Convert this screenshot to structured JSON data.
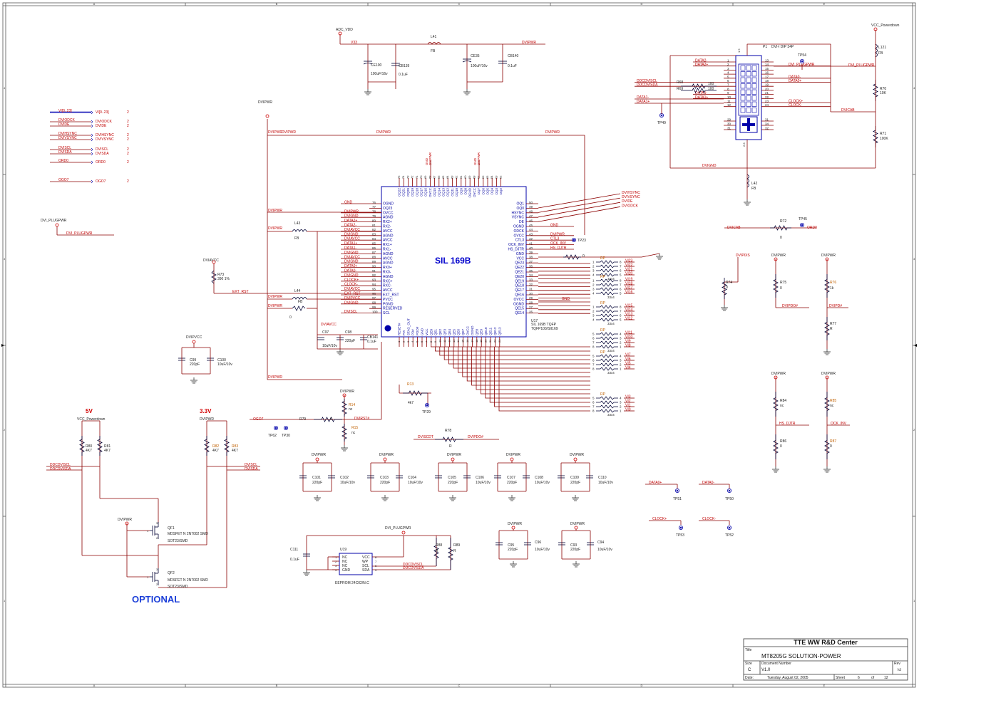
{
  "border": {
    "cols": [
      "A",
      "B",
      "C",
      "D",
      "E"
    ],
    "rows": [
      "4",
      "3",
      "2",
      "1"
    ]
  },
  "chip": {
    "name": "SIL 169B",
    "ref": "U17",
    "part": "SIL 169B TQFP",
    "package": "TQFP100/SII169",
    "left_pins": [
      {
        "n": "76",
        "name": "OGND"
      },
      {
        "n": "77",
        "name": "OQ23"
      },
      {
        "n": "78",
        "name": "OVCC"
      },
      {
        "n": "79",
        "name": "AGND"
      },
      {
        "n": "80",
        "name": "RX2+"
      },
      {
        "n": "81",
        "name": "RX2-"
      },
      {
        "n": "82",
        "name": "AVCC"
      },
      {
        "n": "83",
        "name": "AGND"
      },
      {
        "n": "84",
        "name": "AVCC"
      },
      {
        "n": "85",
        "name": "RX1+"
      },
      {
        "n": "86",
        "name": "RX1-"
      },
      {
        "n": "87",
        "name": "AGND"
      },
      {
        "n": "88",
        "name": "AVCC"
      },
      {
        "n": "89",
        "name": "AGND"
      },
      {
        "n": "90",
        "name": "RX0+"
      },
      {
        "n": "91",
        "name": "RX0-"
      },
      {
        "n": "92",
        "name": "AGND"
      },
      {
        "n": "93",
        "name": "RXC+"
      },
      {
        "n": "94",
        "name": "RXC-"
      },
      {
        "n": "95",
        "name": "AVCC"
      },
      {
        "n": "96",
        "name": "EXT_RST"
      },
      {
        "n": "97",
        "name": "PVCC"
      },
      {
        "n": "98",
        "name": "PGND"
      },
      {
        "n": "99",
        "name": "RESERVED"
      },
      {
        "n": "100",
        "name": "SCL"
      }
    ],
    "right_pins": [
      {
        "n": "50",
        "name": "OQ1"
      },
      {
        "n": "49",
        "name": "OQ0"
      },
      {
        "n": "48",
        "name": "HSYNC"
      },
      {
        "n": "47",
        "name": "VSYNC"
      },
      {
        "n": "46",
        "name": "DE"
      },
      {
        "n": "45",
        "name": "OGND"
      },
      {
        "n": "44",
        "name": "ODCK"
      },
      {
        "n": "43",
        "name": "OVCC"
      },
      {
        "n": "42",
        "name": "CTL3"
      },
      {
        "n": "41",
        "name": "OCK_INV"
      },
      {
        "n": "40",
        "name": "HS_DJTR"
      },
      {
        "n": "39",
        "name": "GND"
      },
      {
        "n": "38",
        "name": "VCC"
      },
      {
        "n": "37",
        "name": "QE23"
      },
      {
        "n": "36",
        "name": "QE22"
      },
      {
        "n": "35",
        "name": "QE21"
      },
      {
        "n": "34",
        "name": "QE20"
      },
      {
        "n": "33",
        "name": "QE19"
      },
      {
        "n": "32",
        "name": "QE18"
      },
      {
        "n": "31",
        "name": "QE17"
      },
      {
        "n": "30",
        "name": "QE16"
      },
      {
        "n": "29",
        "name": "OVCC"
      },
      {
        "n": "28",
        "name": "OGND"
      },
      {
        "n": "27",
        "name": "QE15"
      },
      {
        "n": "26",
        "name": "QE14"
      }
    ],
    "top_pins": [
      "OQ22",
      "OQ21",
      "OQ20",
      "OQ19",
      "OQ18",
      "OQ17",
      "OQ16",
      "OVCC",
      "OQ15",
      "OQ14",
      "OQ13",
      "OQ12",
      "OQ11",
      "OQ10",
      "OQ9",
      "OQ8",
      "OGND",
      "OVCC",
      "OQ7",
      "OQ6",
      "OQ5",
      "OQ4",
      "OQ3",
      "OQ2"
    ],
    "bottom_pins": [
      "RESET#",
      "PIX",
      "STAG_OUT",
      "PD#",
      "PDO#",
      "GND",
      "VCC",
      "QE0",
      "QE1",
      "QE2",
      "QE3",
      "QE4",
      "QE5",
      "QE6",
      "QE7",
      "OVCC",
      "OGND",
      "QE8",
      "QE9",
      "QE10",
      "QE11",
      "QE12",
      "QE13"
    ]
  },
  "left_nets": {
    "chip_left": [
      "GND",
      "",
      "DVIPWR",
      "DVIGND",
      "DATA2+",
      "DATA2-",
      "DVIAVCC",
      "DVIGND",
      "DVIAVCC",
      "DATA1+",
      "DATA1-",
      "DVIGND",
      "DVIAVCC",
      "DVIGND",
      "DATA0+",
      "DATA0-",
      "DVIGND",
      "CLOCK+",
      "CLOCK-",
      "DVIAVCC",
      "EXT_RST",
      "DVIPVCC",
      "DVIGND",
      "",
      "DVISCL"
    ],
    "chip_right": [
      "DVIHSYNC",
      "DVIVSYNC",
      "DVIDE",
      "DVIODCK",
      "",
      "GND",
      "",
      "DVIPWR",
      "CTL3",
      "OCK_INV",
      "HS_DJTR"
    ]
  },
  "top_power": {
    "adc_vdd": "ADC_VDD",
    "v33": "V33",
    "l41": "L41",
    "fb": "FB",
    "dvipwr": "DVIPWR",
    "ce100": "CE100",
    "ce100_val": "100uF/16v",
    "cb139": "CB139",
    "cb139_val": "0.1uF",
    "ce35": "CE35",
    "ce35_val": "100uF/16v",
    "cb140": "CB140",
    "cb140_val": "0.1uF"
  },
  "net_list_left": [
    {
      "a": "VI[0..23]",
      "b": "VI[0..23]",
      "n": "2"
    },
    {
      "a": "DVIODCK",
      "b": "DVIODCK",
      "n": "2"
    },
    {
      "a": "DVIDE",
      "b": "DVIDE",
      "n": "2"
    },
    {
      "a": "DVIHSYNC",
      "b": "DVIHSYNC",
      "n": "2"
    },
    {
      "a": "DVIVSYNC",
      "b": "DVIVSYNC",
      "n": "2"
    },
    {
      "a": "DVISCL",
      "b": "DVISCL",
      "n": "2"
    },
    {
      "a": "DVISDA",
      "b": "DVISDA",
      "n": "2"
    },
    {
      "a": "ORD0",
      "b": "ORD0",
      "n": "2"
    },
    {
      "a": "OGO7",
      "b": "OGO7",
      "n": "2"
    }
  ],
  "misc": {
    "dvipwr": "DVIPWR",
    "dvi_plugpwr": "DVI_PLUGPWR",
    "dviavcc": "DVIAVCC",
    "r73": "R73",
    "r73_val": "390 1%",
    "ext_rst": "EXT_RST",
    "l43": "L43",
    "l44": "L44",
    "fb": "FB",
    "zero": "0",
    "c97": "C97",
    "c98": "C98",
    "cb141": "CB141",
    "c97_val": "10uF/10v",
    "c98_val": "220pF",
    "cb141_val": "0.1uF",
    "dvipvcc": "DVIPVCC",
    "c99": "C99",
    "c99_val": "220pF",
    "c100": "C100",
    "c100_val": "10uF/10v",
    "r13": "R13",
    "r13_val": "4k7",
    "tp29": "TP29",
    "r14": "R14",
    "nc": "nc",
    "r15": "R15",
    "ogo7": "OGO7",
    "r79": "R79",
    "dvirst": "DVIRST#",
    "tp62": "TP62",
    "tp30": "TP30",
    "r78": "R78",
    "r": "R",
    "dviscdt": "DVISCDT",
    "dvipdo": "DVIPDO#",
    "optional": "OPTIONAL",
    "v5": "5V",
    "v33": "3.3V",
    "vcc_pd": "VCC_Powerdown",
    "r80": "R80",
    "r81": "R81",
    "r82": "R82",
    "r83": "R83",
    "r_val": "4K7",
    "ddcdviscl": "DDCDVISCL",
    "ddcdvisda": "DDCDVISDA",
    "dviscl": "DVISCL",
    "dvisda": "DVISDA",
    "qf1": "QF1",
    "qf2": "QF2",
    "mos": "MDSFET N 2N7002 SMD",
    "sot": "SOT23/SMD",
    "u19": "U19",
    "eeprom": "EEPROM 24C02/N.C",
    "c111": "C111",
    "c111_val": "0.1uF",
    "r88": "R88",
    "r89": "R89",
    "gnd": "GND"
  },
  "caps_row": [
    {
      "a": "C101",
      "av": "220pF",
      "b": "C102",
      "bv": "10uF/10v"
    },
    {
      "a": "C103",
      "av": "220pF",
      "b": "C104",
      "bv": "10uF/10v"
    },
    {
      "a": "C105",
      "av": "220pF",
      "b": "C106",
      "bv": "10uF/10v"
    },
    {
      "a": "C107",
      "av": "220pF",
      "b": "C108",
      "bv": "10uF/10v"
    },
    {
      "a": "C109",
      "av": "220pF",
      "b": "C110",
      "bv": "10uF/10v"
    }
  ],
  "caps_row2": [
    {
      "a": "C95",
      "av": "220pF",
      "b": "C96",
      "bv": "10uF/10v"
    },
    {
      "a": "C93",
      "av": "220pF",
      "b": "C94",
      "bv": "10uF/10v"
    }
  ],
  "rnets": [
    {
      "label": "RP",
      "rows": [
        {
          "a": "1",
          "b": "8",
          "n": "VI23"
        },
        {
          "a": "2",
          "b": "7",
          "n": "VI22"
        },
        {
          "a": "3",
          "b": "6",
          "n": "VI21"
        },
        {
          "a": "4",
          "b": "5",
          "n": "VI20"
        }
      ]
    },
    {
      "label": "RP",
      "rows": [
        {
          "a": "1",
          "b": "8",
          "n": "VI19"
        },
        {
          "a": "2",
          "b": "7",
          "n": "VI18"
        },
        {
          "a": "3",
          "b": "6",
          "n": "VI17"
        },
        {
          "a": "4",
          "b": "5",
          "n": "VI16"
        }
      ]
    },
    {
      "label": "RP",
      "rows": [
        {
          "a": "1",
          "b": "8",
          "n": "VI15"
        },
        {
          "a": "2",
          "b": "7",
          "n": "VI14"
        },
        {
          "a": "3",
          "b": "6",
          "n": "VI13"
        },
        {
          "a": "4",
          "b": "5",
          "n": "VI12"
        }
      ]
    },
    {
      "label": "RP",
      "rows": [
        {
          "a": "5",
          "b": "4",
          "n": "VI11"
        },
        {
          "a": "6",
          "b": "3",
          "n": "VI10"
        },
        {
          "a": "7",
          "b": "2",
          "n": "VI9"
        },
        {
          "a": "8",
          "b": "1",
          "n": "VI8"
        }
      ]
    },
    {
      "label": "RP",
      "rows": [
        {
          "a": "5",
          "b": "4",
          "n": "VI7"
        },
        {
          "a": "6",
          "b": "3",
          "n": "VI6"
        },
        {
          "a": "7",
          "b": "2",
          "n": "VI5"
        },
        {
          "a": "8",
          "b": "1",
          "n": "VI4"
        }
      ]
    },
    {
      "label": "RP",
      "rows": [
        {
          "a": "5",
          "b": "4",
          "n": "VI3"
        },
        {
          "a": "6",
          "b": "3",
          "n": "VI2"
        },
        {
          "a": "7",
          "b": "2",
          "n": "VI1"
        },
        {
          "a": "8",
          "b": "1",
          "n": "VI0"
        }
      ]
    }
  ],
  "rpack_val": "33x4",
  "connector": {
    "ref": "P1",
    "name": "DVI-I DIP 34P",
    "tp54": "TP54",
    "tp49": "TP49",
    "left_pins": [
      "1",
      "2",
      "3",
      "4",
      "5",
      "6",
      "7",
      "8",
      "9",
      "10",
      "11",
      "12",
      "",
      "29",
      "30",
      "31"
    ],
    "right_pins": [
      "13",
      "14",
      "15",
      "16",
      "17",
      "18",
      "19",
      "20",
      "21",
      "22",
      "23",
      "24",
      "",
      "31",
      "34",
      "32"
    ],
    "left_nets": [
      "DATA2-",
      "DATA2+",
      "",
      "",
      "",
      "DDCDVISCL",
      "DDCDVISDA",
      "",
      "DATA1-",
      "DATA1+",
      "",
      "",
      "",
      "",
      "",
      ""
    ],
    "right_nets": [
      "",
      "DVI_PLUGPWR",
      "",
      "",
      "DATA0-",
      "DATA0+",
      "",
      "",
      "",
      "",
      "CLOCK+",
      "CLOCK-",
      "",
      "",
      "",
      ""
    ],
    "r68": "R68",
    "r69": "R69",
    "r68_val": "100",
    "r69_val": "100",
    "vcc_pd": "VCC_Powerdown",
    "l121": "L121",
    "fb": "FB",
    "r70": "R70",
    "r70_val": "10K",
    "r71": "R71",
    "r71_val": "100K",
    "dvicab": "DVICAB",
    "dvignd": "DVIGND",
    "l42": "L42",
    "l42_val": "FB"
  },
  "right_side": {
    "dvicab": "DVICAB",
    "r72": "R72",
    "r72_val": "0",
    "tp45": "TP45",
    "ord0": "ORD0",
    "dvipixs": "DVIPIXS",
    "r74": "R74",
    "r74_val": "0",
    "dvipwr": "DVIPWR",
    "r75": "R75",
    "r75_val": "0",
    "r76": "R76",
    "r76_val": "1k",
    "dvipdo": "DVIPDO#",
    "dvipd": "DVIPD#",
    "r77": "R77",
    "r77_val": "R",
    "r84": "R84",
    "r85": "R85",
    "r86": "R86",
    "r87": "R87",
    "nc": "nc",
    "zero": "0",
    "hs_djtr": "HS_DJTR",
    "ock_inv": "OCK_INV",
    "data0p": "DATA0+",
    "data0m": "DATA0-",
    "tp51": "TP51",
    "tp50": "TP50",
    "clockp": "CLOCK+",
    "clockm": "CLOCK-",
    "tp53": "TP53",
    "tp52": "TP52",
    "tp23": "TP23"
  },
  "titleblock": {
    "company": "TTE WW R&D Center",
    "title_label": "Title",
    "title": "MT8205G SOLUTION-POWER",
    "size_label": "Size",
    "size": "C",
    "docnum_label": "Document Number",
    "docnum": "V1.0",
    "rev_label": "Rev",
    "rev": "Icl",
    "date_label": "Date:",
    "date": "Tuesday, August 02, 2005",
    "sheet_label": "Sheet",
    "sheet": "6",
    "of_label": "of",
    "of": "12"
  }
}
